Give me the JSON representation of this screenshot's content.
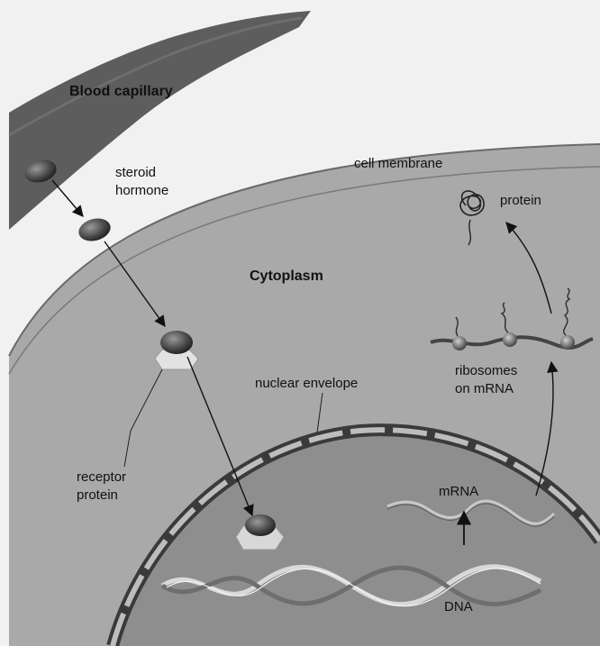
{
  "labels": {
    "blood_capillary": "Blood capillary",
    "steroid_hormone_line1": "steroid",
    "steroid_hormone_line2": "hormone",
    "cell_membrane": "cell membrane",
    "protein": "protein",
    "cytoplasm": "Cytoplasm",
    "ribosomes_line1": "ribosomes",
    "ribosomes_line2": "on mRNA",
    "nuclear_envelope": "nuclear envelope",
    "receptor_line1": "receptor",
    "receptor_line2": "protein",
    "mrna": "mRNA",
    "dna": "DNA"
  }
}
